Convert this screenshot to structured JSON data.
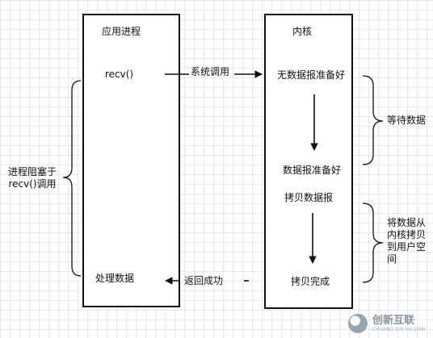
{
  "app_process": {
    "title": "应用进程",
    "recv": "recv()",
    "process_data": "处理数据"
  },
  "kernel": {
    "title": "内核",
    "no_data_ready": "无数据报准备好",
    "data_ready": "数据报准备好",
    "copy_datagram": "拷贝数据报",
    "copy_done": "拷贝完成"
  },
  "arrows": {
    "syscall": "系统调用",
    "return_success": "返回成功"
  },
  "annotations": {
    "blocked_line1": "进程阻塞于",
    "blocked_line2": "recv()调用",
    "wait_data": "等待数据",
    "copy_line1": "将数据从",
    "copy_line2": "内核拷贝",
    "copy_line3": "到用户空",
    "copy_line4": "间"
  },
  "watermark": {
    "brand": "创新互联",
    "subtitle": "CHUANG XIN HU LIAN",
    "logo_icon": "chuangxin-logo-icon"
  }
}
